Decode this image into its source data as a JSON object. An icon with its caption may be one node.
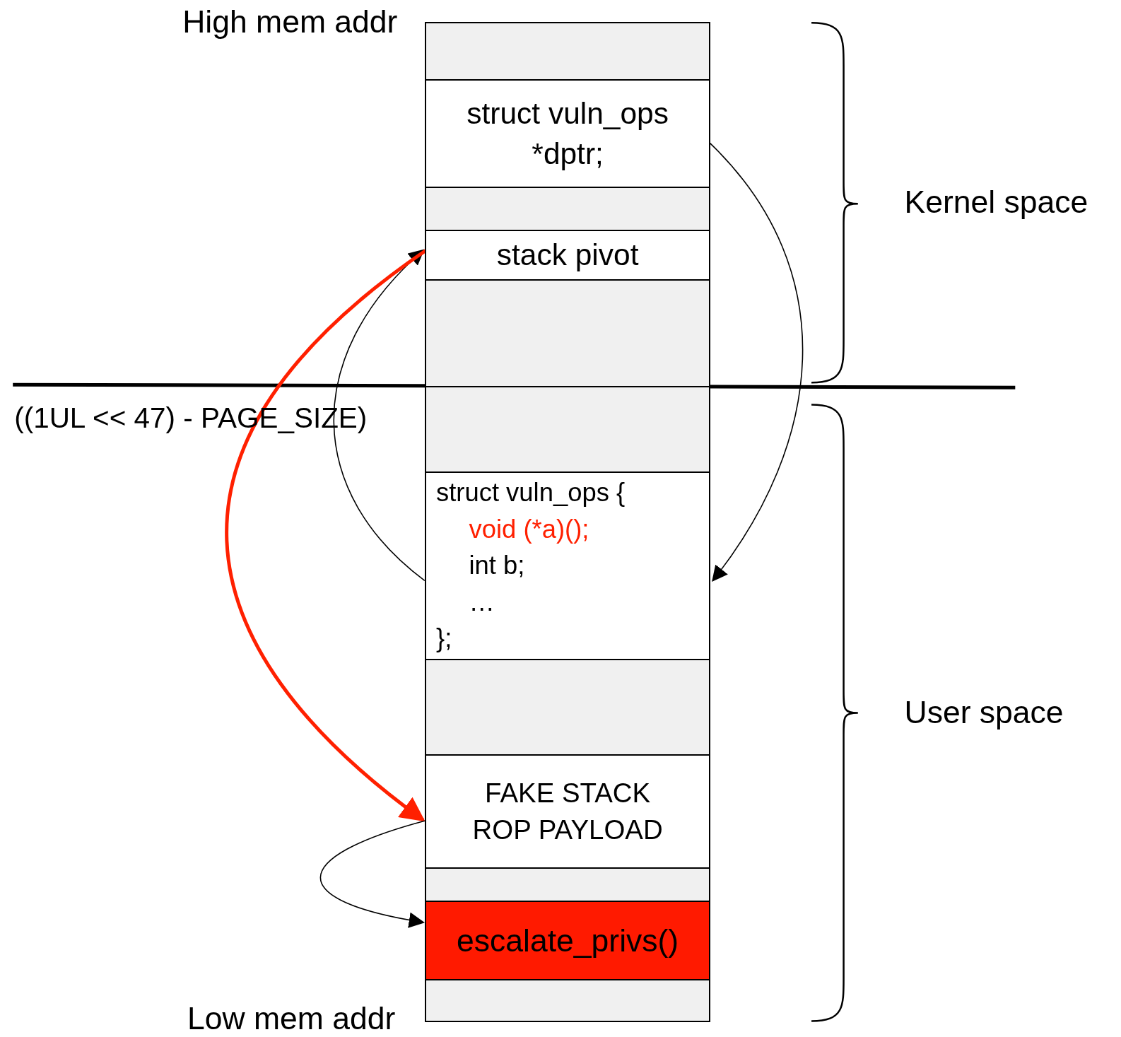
{
  "diagram": {
    "nodes": [
      {
        "text": [],
        "shape": "box"
      },
      {
        "text": [
          "struct vuln_ops *dptr;"
        ]
      },
      {
        "text": [],
        "shape": "box"
      },
      {
        "text": [
          "stack pivot"
        ]
      },
      {
        "text": [],
        "shape": "box"
      },
      {
        "text": [],
        "shape": "box"
      },
      {
        "text": [
          "struct vuln_ops {",
          "void (*a)();",
          "int b;",
          "…",
          "};"
        ]
      },
      {
        "text": [],
        "shape": "box"
      },
      {
        "text": [
          "FAKE STACK ROP PAYLOAD"
        ]
      },
      {
        "text": [],
        "shape": "box"
      },
      {
        "text": [
          "escalate_privs()"
        ]
      },
      {
        "text": [],
        "shape": "box"
      }
    ],
    "edges": [
      {
        "from": 1,
        "to": 6,
        "arrow": "to"
      },
      {
        "from": 6,
        "to": 3,
        "arrow": "to"
      },
      {
        "from": 3,
        "to": 8,
        "arrow": "to",
        "style": "thick",
        "color": "#ff2000"
      },
      {
        "from": 8,
        "to": 10,
        "arrow": "to"
      }
    ],
    "labels": [
      "High mem addr",
      "Kernel space",
      "((1UL << 47) - PAGE_SIZE)",
      "User space",
      "Low mem addr"
    ]
  }
}
